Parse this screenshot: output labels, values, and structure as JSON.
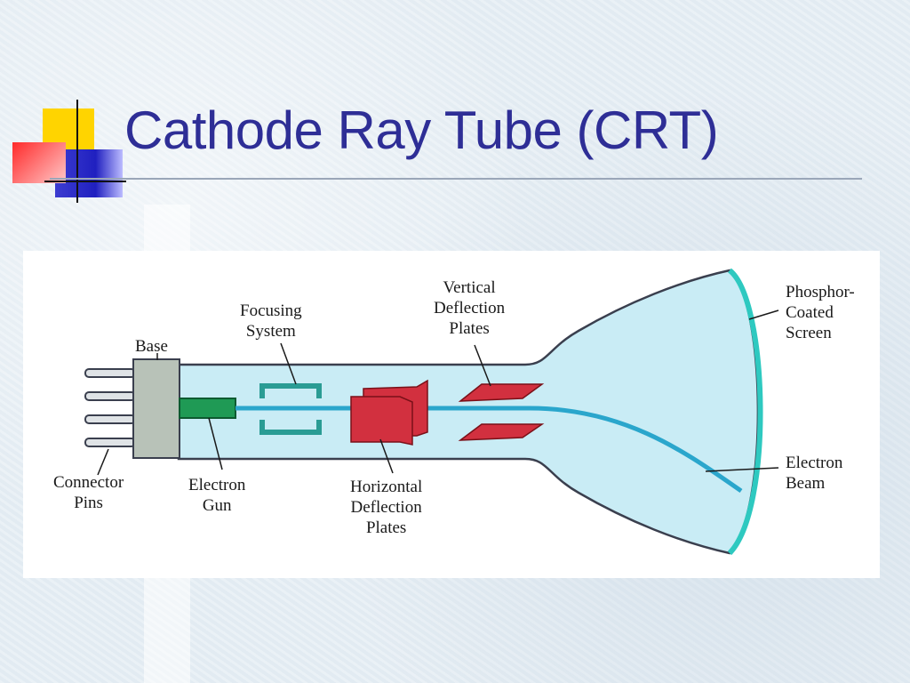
{
  "title": "Cathode Ray Tube (CRT)",
  "colors": {
    "title": "#2e2e96",
    "tube_fill": "#c9ecf5",
    "tube_outline": "#3a3f4e",
    "beam": "#2aa6cc",
    "screen": "#2ec9c0",
    "gun": "#1f9a55",
    "focusing": "#2a9c94",
    "plates": "#d2303f",
    "base": "#b8c2b8"
  },
  "labels": {
    "base": "Base",
    "focusing_system": [
      "Focusing",
      "System"
    ],
    "vertical_deflection_plates": [
      "Vertical",
      "Deflection",
      "Plates"
    ],
    "phosphor_coated_screen": [
      "Phosphor-",
      "Coated",
      "Screen"
    ],
    "connector_pins": [
      "Connector",
      "Pins"
    ],
    "electron_gun": [
      "Electron",
      "Gun"
    ],
    "horizontal_deflection_plates": [
      "Horizontal",
      "Deflection",
      "Plates"
    ],
    "electron_beam": [
      "Electron",
      "Beam"
    ]
  }
}
